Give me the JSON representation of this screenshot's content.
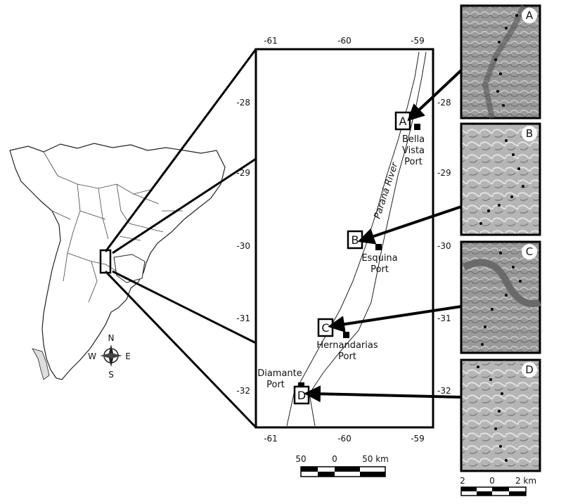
{
  "main_map": {
    "top_axis_labels": [
      "-61",
      "-60",
      "-59"
    ],
    "bottom_axis_labels": [
      "-61",
      "-60",
      "-59"
    ],
    "left_axis_labels": [
      "-28",
      "-29",
      "-30",
      "-31",
      "-32"
    ],
    "right_axis_labels": [
      "-28",
      "-29",
      "-30",
      "-31",
      "-32"
    ],
    "river_label": "Paraná River",
    "ports": [
      {
        "line1": "Bella",
        "line2": "Vista",
        "line3": "Port"
      },
      {
        "line1": "Esquina",
        "line2": "Port"
      },
      {
        "line1": "Hernandarias",
        "line2": "Port"
      },
      {
        "line1": "Diamante",
        "line2": "Port"
      }
    ],
    "site_labels": [
      "A",
      "B",
      "C",
      "D"
    ],
    "scale_bar": {
      "left": "50",
      "mid": "0",
      "right": "50 km"
    }
  },
  "compass": {
    "n": "N",
    "s": "S",
    "e": "E",
    "w": "W"
  },
  "panels": {
    "labels": [
      "A",
      "B",
      "C",
      "D"
    ],
    "scale_bar": {
      "left": "2",
      "mid": "0",
      "right": "2 km"
    }
  }
}
